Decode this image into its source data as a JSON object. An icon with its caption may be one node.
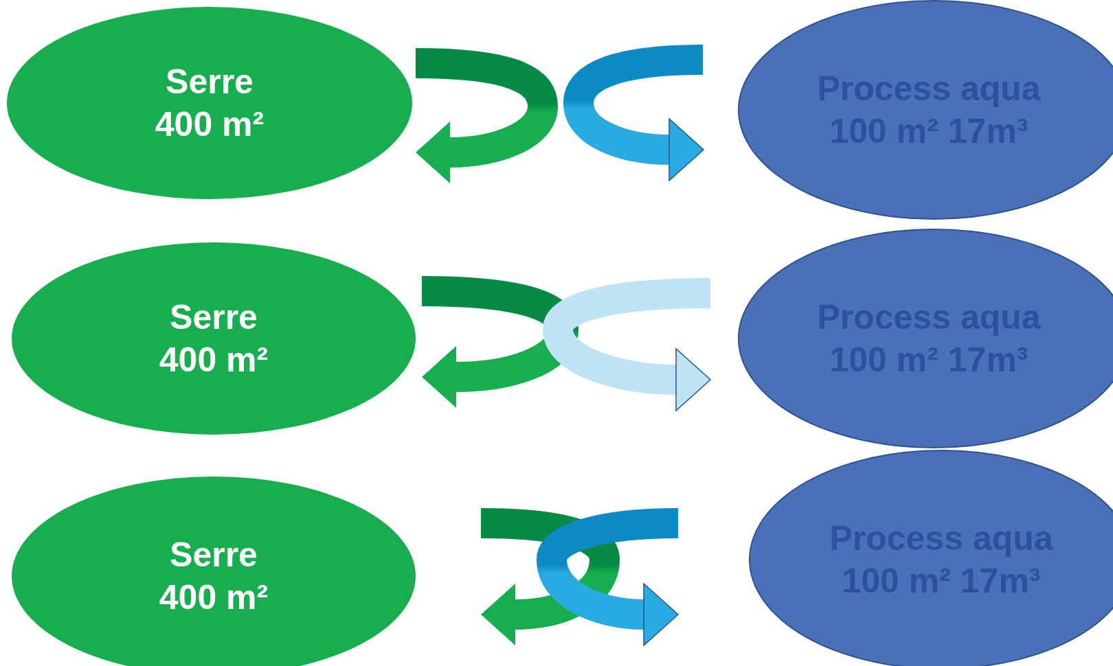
{
  "diagram": {
    "nodes": [
      {
        "text": [
          "Serre",
          "400 m²"
        ]
      },
      {
        "text": [
          "Process aqua",
          "100 m² 17m³"
        ]
      },
      {
        "text": [
          "Serre",
          "400 m²"
        ]
      },
      {
        "text": [
          "Process aqua",
          "100 m² 17m³"
        ]
      },
      {
        "text": [
          "Serre",
          "400 m²"
        ]
      },
      {
        "text": [
          "Process aqua",
          "100 m² 17m³"
        ]
      }
    ],
    "edges": [
      {
        "from": null,
        "to": 0,
        "arrow": "to"
      },
      {
        "from": null,
        "to": 1,
        "arrow": "to"
      },
      {
        "from": null,
        "to": 2,
        "arrow": "to"
      },
      {
        "from": null,
        "to": 3,
        "arrow": "to",
        "color": "#bfe3f5"
      },
      {
        "from": null,
        "to": 4,
        "arrow": "to"
      },
      {
        "from": null,
        "to": 5,
        "arrow": "to"
      }
    ]
  }
}
